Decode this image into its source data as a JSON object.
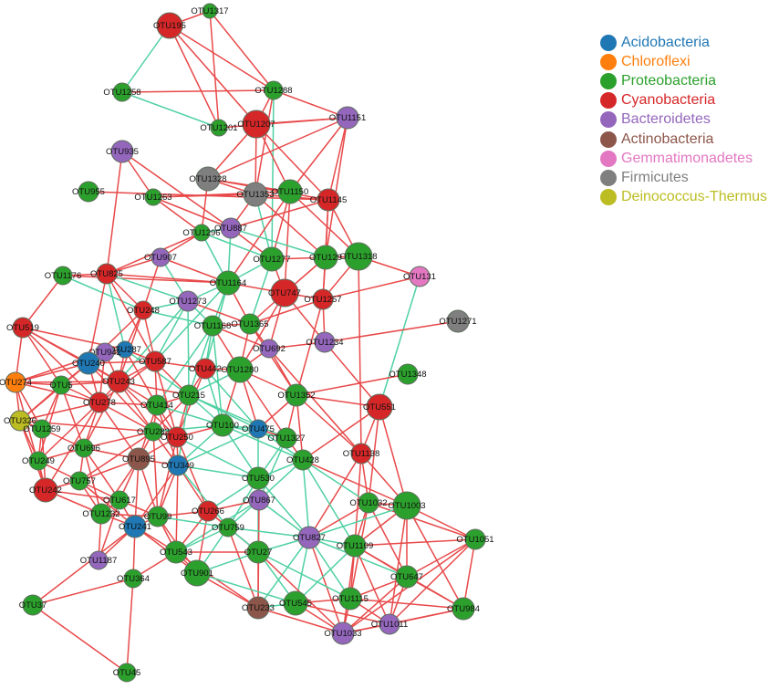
{
  "colors": {
    "positive_edge": "#e8494a",
    "negative_edge": "#4fd1a2"
  },
  "legend": [
    {
      "label": "Acidobacteria",
      "color": "#1f77b4"
    },
    {
      "label": "Chloroflexi",
      "color": "#ff7f0e"
    },
    {
      "label": "Proteobacteria",
      "color": "#2ca02c"
    },
    {
      "label": "Cyanobacteria",
      "color": "#d62728"
    },
    {
      "label": "Bacteroidetes",
      "color": "#9467bd"
    },
    {
      "label": "Actinobacteria",
      "color": "#8c564b"
    },
    {
      "label": "Gemmatimonadetes",
      "color": "#e377c2"
    },
    {
      "label": "Firmicutes",
      "color": "#7f7f7f"
    },
    {
      "label": "Deinococcus-Thermus",
      "color": "#bcbd22"
    }
  ],
  "nodes": [
    {
      "id": "OTU1317",
      "phylum": "Proteobacteria"
    },
    {
      "id": "OTU195",
      "phylum": "Cyanobacteria"
    },
    {
      "id": "OTU1258",
      "phylum": "Proteobacteria"
    },
    {
      "id": "OTU1288",
      "phylum": "Proteobacteria"
    },
    {
      "id": "OTU1207",
      "phylum": "Cyanobacteria"
    },
    {
      "id": "OTU1151",
      "phylum": "Bacteroidetes"
    },
    {
      "id": "OTU1201",
      "phylum": "Proteobacteria"
    },
    {
      "id": "OTU935",
      "phylum": "Bacteroidetes"
    },
    {
      "id": "OTU1328",
      "phylum": "Firmicutes"
    },
    {
      "id": "OTU955",
      "phylum": "Proteobacteria"
    },
    {
      "id": "OTU1263",
      "phylum": "Proteobacteria"
    },
    {
      "id": "OTU1353",
      "phylum": "Firmicutes"
    },
    {
      "id": "OTU1150",
      "phylum": "Proteobacteria"
    },
    {
      "id": "OTU1145",
      "phylum": "Cyanobacteria"
    },
    {
      "id": "OTU887",
      "phylum": "Bacteroidetes"
    },
    {
      "id": "OTU1296",
      "phylum": "Proteobacteria"
    },
    {
      "id": "OTU1277",
      "phylum": "Proteobacteria"
    },
    {
      "id": "OTU129",
      "phylum": "Proteobacteria"
    },
    {
      "id": "OTU1318",
      "phylum": "Proteobacteria"
    },
    {
      "id": "OTU907",
      "phylum": "Bacteroidetes"
    },
    {
      "id": "OTU131",
      "phylum": "Gemmatimonadetes"
    },
    {
      "id": "OTU1176",
      "phylum": "Proteobacteria"
    },
    {
      "id": "OTU825",
      "phylum": "Cyanobacteria"
    },
    {
      "id": "OTU1164",
      "phylum": "Proteobacteria"
    },
    {
      "id": "OTU747",
      "phylum": "Cyanobacteria"
    },
    {
      "id": "OTU1257",
      "phylum": "Cyanobacteria"
    },
    {
      "id": "OTU1273",
      "phylum": "Bacteroidetes"
    },
    {
      "id": "OTU248",
      "phylum": "Cyanobacteria"
    },
    {
      "id": "OTU1168",
      "phylum": "Proteobacteria"
    },
    {
      "id": "OTU1365",
      "phylum": "Proteobacteria"
    },
    {
      "id": "OTU1271",
      "phylum": "Firmicutes"
    },
    {
      "id": "OTU519",
      "phylum": "Cyanobacteria"
    },
    {
      "id": "OTU287",
      "phylum": "Acidobacteria"
    },
    {
      "id": "OTU692",
      "phylum": "Bacteroidetes"
    },
    {
      "id": "OTU1234",
      "phylum": "Bacteroidetes"
    },
    {
      "id": "OTU942",
      "phylum": "Bacteroidetes"
    },
    {
      "id": "OTU240",
      "phylum": "Acidobacteria"
    },
    {
      "id": "OTU587",
      "phylum": "Cyanobacteria"
    },
    {
      "id": "OTU442",
      "phylum": "Cyanobacteria"
    },
    {
      "id": "OTU1280",
      "phylum": "Proteobacteria"
    },
    {
      "id": "OTU1348",
      "phylum": "Proteobacteria"
    },
    {
      "id": "OTU274",
      "phylum": "Chloroflexi"
    },
    {
      "id": "OTU243",
      "phylum": "Cyanobacteria"
    },
    {
      "id": "OTU5",
      "phylum": "Proteobacteria"
    },
    {
      "id": "OTU215",
      "phylum": "Proteobacteria"
    },
    {
      "id": "OTU1352",
      "phylum": "Proteobacteria"
    },
    {
      "id": "OTU278",
      "phylum": "Cyanobacteria"
    },
    {
      "id": "OTU414",
      "phylum": "Proteobacteria"
    },
    {
      "id": "OTU551",
      "phylum": "Cyanobacteria"
    },
    {
      "id": "OTU326",
      "phylum": "Deinococcus-Thermus"
    },
    {
      "id": "OTU1259",
      "phylum": "Proteobacteria"
    },
    {
      "id": "OTU100",
      "phylum": "Proteobacteria"
    },
    {
      "id": "OTU475",
      "phylum": "Acidobacteria"
    },
    {
      "id": "OTU283",
      "phylum": "Proteobacteria"
    },
    {
      "id": "OTU250",
      "phylum": "Cyanobacteria"
    },
    {
      "id": "OTU1327",
      "phylum": "Proteobacteria"
    },
    {
      "id": "OTU696",
      "phylum": "Proteobacteria"
    },
    {
      "id": "OTU249",
      "phylum": "Proteobacteria"
    },
    {
      "id": "OTU895",
      "phylum": "Actinobacteria"
    },
    {
      "id": "OTU1138",
      "phylum": "Cyanobacteria"
    },
    {
      "id": "OTU428",
      "phylum": "Proteobacteria"
    },
    {
      "id": "OTU349",
      "phylum": "Acidobacteria"
    },
    {
      "id": "OTU757",
      "phylum": "Proteobacteria"
    },
    {
      "id": "OTU530",
      "phylum": "Proteobacteria"
    },
    {
      "id": "OTU242",
      "phylum": "Cyanobacteria"
    },
    {
      "id": "OTU617",
      "phylum": "Proteobacteria"
    },
    {
      "id": "OTU867",
      "phylum": "Bacteroidetes"
    },
    {
      "id": "OTU1032",
      "phylum": "Proteobacteria"
    },
    {
      "id": "OTU1003",
      "phylum": "Proteobacteria"
    },
    {
      "id": "OTU1232",
      "phylum": "Proteobacteria"
    },
    {
      "id": "OTU266",
      "phylum": "Cyanobacteria"
    },
    {
      "id": "OTU99",
      "phylum": "Proteobacteria"
    },
    {
      "id": "OTU241",
      "phylum": "Acidobacteria"
    },
    {
      "id": "OTU759",
      "phylum": "Proteobacteria"
    },
    {
      "id": "OTU827",
      "phylum": "Bacteroidetes"
    },
    {
      "id": "OTU1051",
      "phylum": "Proteobacteria"
    },
    {
      "id": "OTU1109",
      "phylum": "Proteobacteria"
    },
    {
      "id": "OTU543",
      "phylum": "Proteobacteria"
    },
    {
      "id": "OTU27",
      "phylum": "Proteobacteria"
    },
    {
      "id": "OTU1187",
      "phylum": "Bacteroidetes"
    },
    {
      "id": "OTU901",
      "phylum": "Proteobacteria"
    },
    {
      "id": "OTU647",
      "phylum": "Proteobacteria"
    },
    {
      "id": "OTU364",
      "phylum": "Proteobacteria"
    },
    {
      "id": "OTU1115",
      "phylum": "Proteobacteria"
    },
    {
      "id": "OTU545",
      "phylum": "Proteobacteria"
    },
    {
      "id": "OTU233",
      "phylum": "Actinobacteria"
    },
    {
      "id": "OTU37",
      "phylum": "Proteobacteria"
    },
    {
      "id": "OTU1011",
      "phylum": "Bacteroidetes"
    },
    {
      "id": "OTU984",
      "phylum": "Proteobacteria"
    },
    {
      "id": "OTU1033",
      "phylum": "Bacteroidetes"
    },
    {
      "id": "OTU45",
      "phylum": "Proteobacteria"
    }
  ]
}
